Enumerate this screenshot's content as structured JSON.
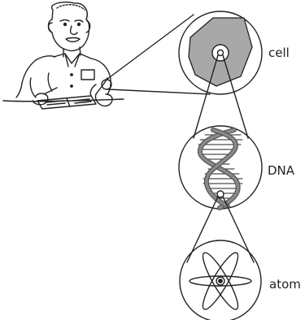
{
  "labels": {
    "cell": "cell",
    "dna": "DNA",
    "atom": "atom"
  },
  "figures": {
    "person": "student-at-desk-illustration",
    "magnifiers": [
      "cell-circle",
      "dna-circle",
      "atom-circle"
    ]
  },
  "colors": {
    "ink": "#222222",
    "cell_fill": "#a8a8a8",
    "dna_strand": "#8a8a8a",
    "background": "#ffffff"
  }
}
